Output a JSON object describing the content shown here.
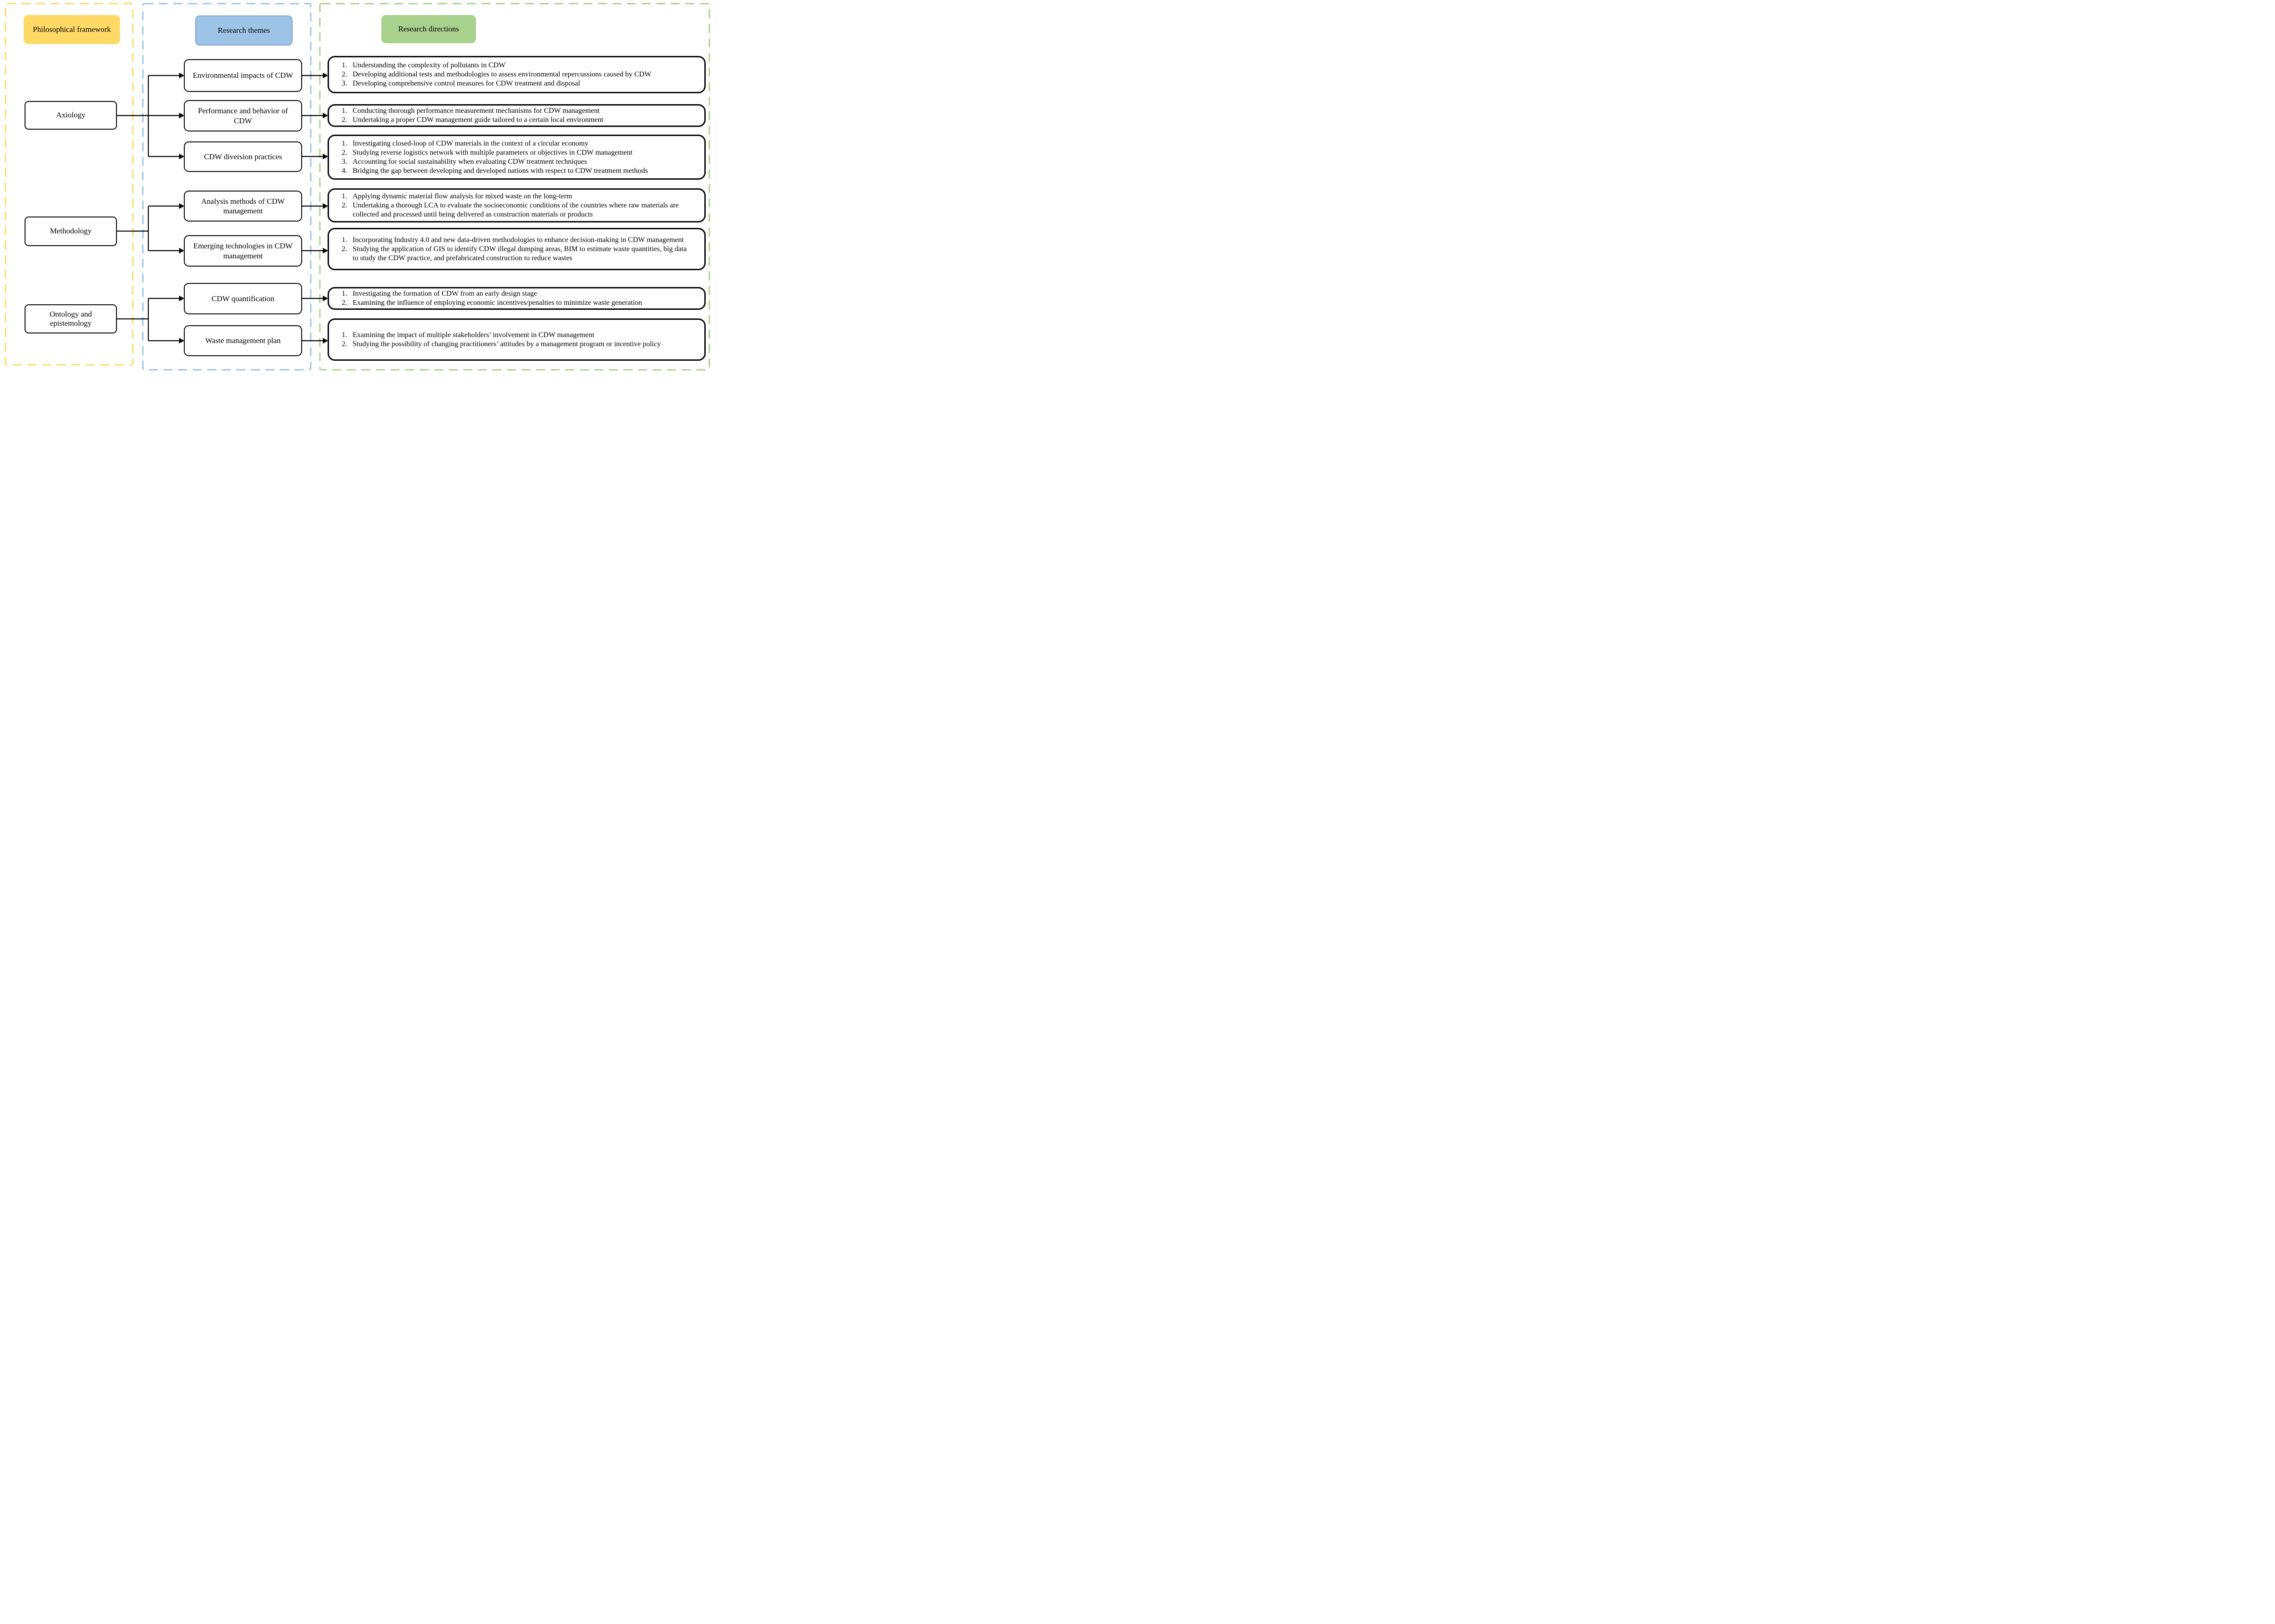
{
  "diagram": {
    "col_headers": {
      "philosophy": "Philosophical framework",
      "themes": "Research themes",
      "directions": "Research directions"
    },
    "colors": {
      "philosophy_accent": "#FFD966",
      "themes_accent": "#9DC3E6",
      "directions_accent": "#A9D18E",
      "box_border": "#000000",
      "connector": "#000000"
    }
  },
  "groups": [
    {
      "philosophy": "Axiology",
      "themes": [
        {
          "label": "Environmental impacts of CDW",
          "directions": [
            "Understanding the complexity of pollutants in CDW",
            "Developing additional tests and methodologies to assess environmental repercussions caused by CDW",
            "Developing comprehensive control measures for CDW treatment and disposal"
          ]
        },
        {
          "label": "Performance and behavior of CDW",
          "directions": [
            "Conducting thorough performance measurement mechanisms for CDW management",
            "Undertaking a proper CDW management guide tailored to a certain local environment"
          ]
        },
        {
          "label": "CDW diversion practices",
          "directions": [
            "Investigating closed-loop of CDW materials in the context of a circular economy",
            "Studying reverse logistics network with multiple parameters or objectives in CDW management",
            "Accounting for social sustainability when evaluating CDW treatment techniques",
            "Bridging the gap between developing and developed nations with respect to CDW treatment methods"
          ]
        }
      ]
    },
    {
      "philosophy": "Methodology",
      "themes": [
        {
          "label": "Analysis methods of CDW management",
          "directions": [
            "Applying dynamic material flow analysis for mixed waste on the long-term",
            "Undertaking a thorough LCA to evaluate the socioeconomic conditions of the countries where raw materials are collected and processed until being delivered as construction materials or products"
          ]
        },
        {
          "label": "Emerging technologies in CDW management",
          "directions": [
            "Incorporating Industry 4.0 and new data-driven methodologies to enhance decision-making in CDW management",
            "Studying the application of GIS to identify CDW illegal dumping areas, BIM to estimate waste quantities, big data to study the CDW practice, and prefabricated construction to reduce wastes"
          ]
        }
      ]
    },
    {
      "philosophy": "Ontology and epistemology",
      "themes": [
        {
          "label": "CDW quantification",
          "directions": [
            "Investigating the formation of CDW from an early design stage",
            "Examining the influence of employing economic incentives/penalties to minimize waste generation"
          ]
        },
        {
          "label": "Waste management plan",
          "directions": [
            "Examining the impact of multiple stakeholders’ involvement in CDW management",
            "Studying the possibility of changing practitioners’ attitudes by a management program or incentive policy"
          ]
        }
      ]
    }
  ]
}
